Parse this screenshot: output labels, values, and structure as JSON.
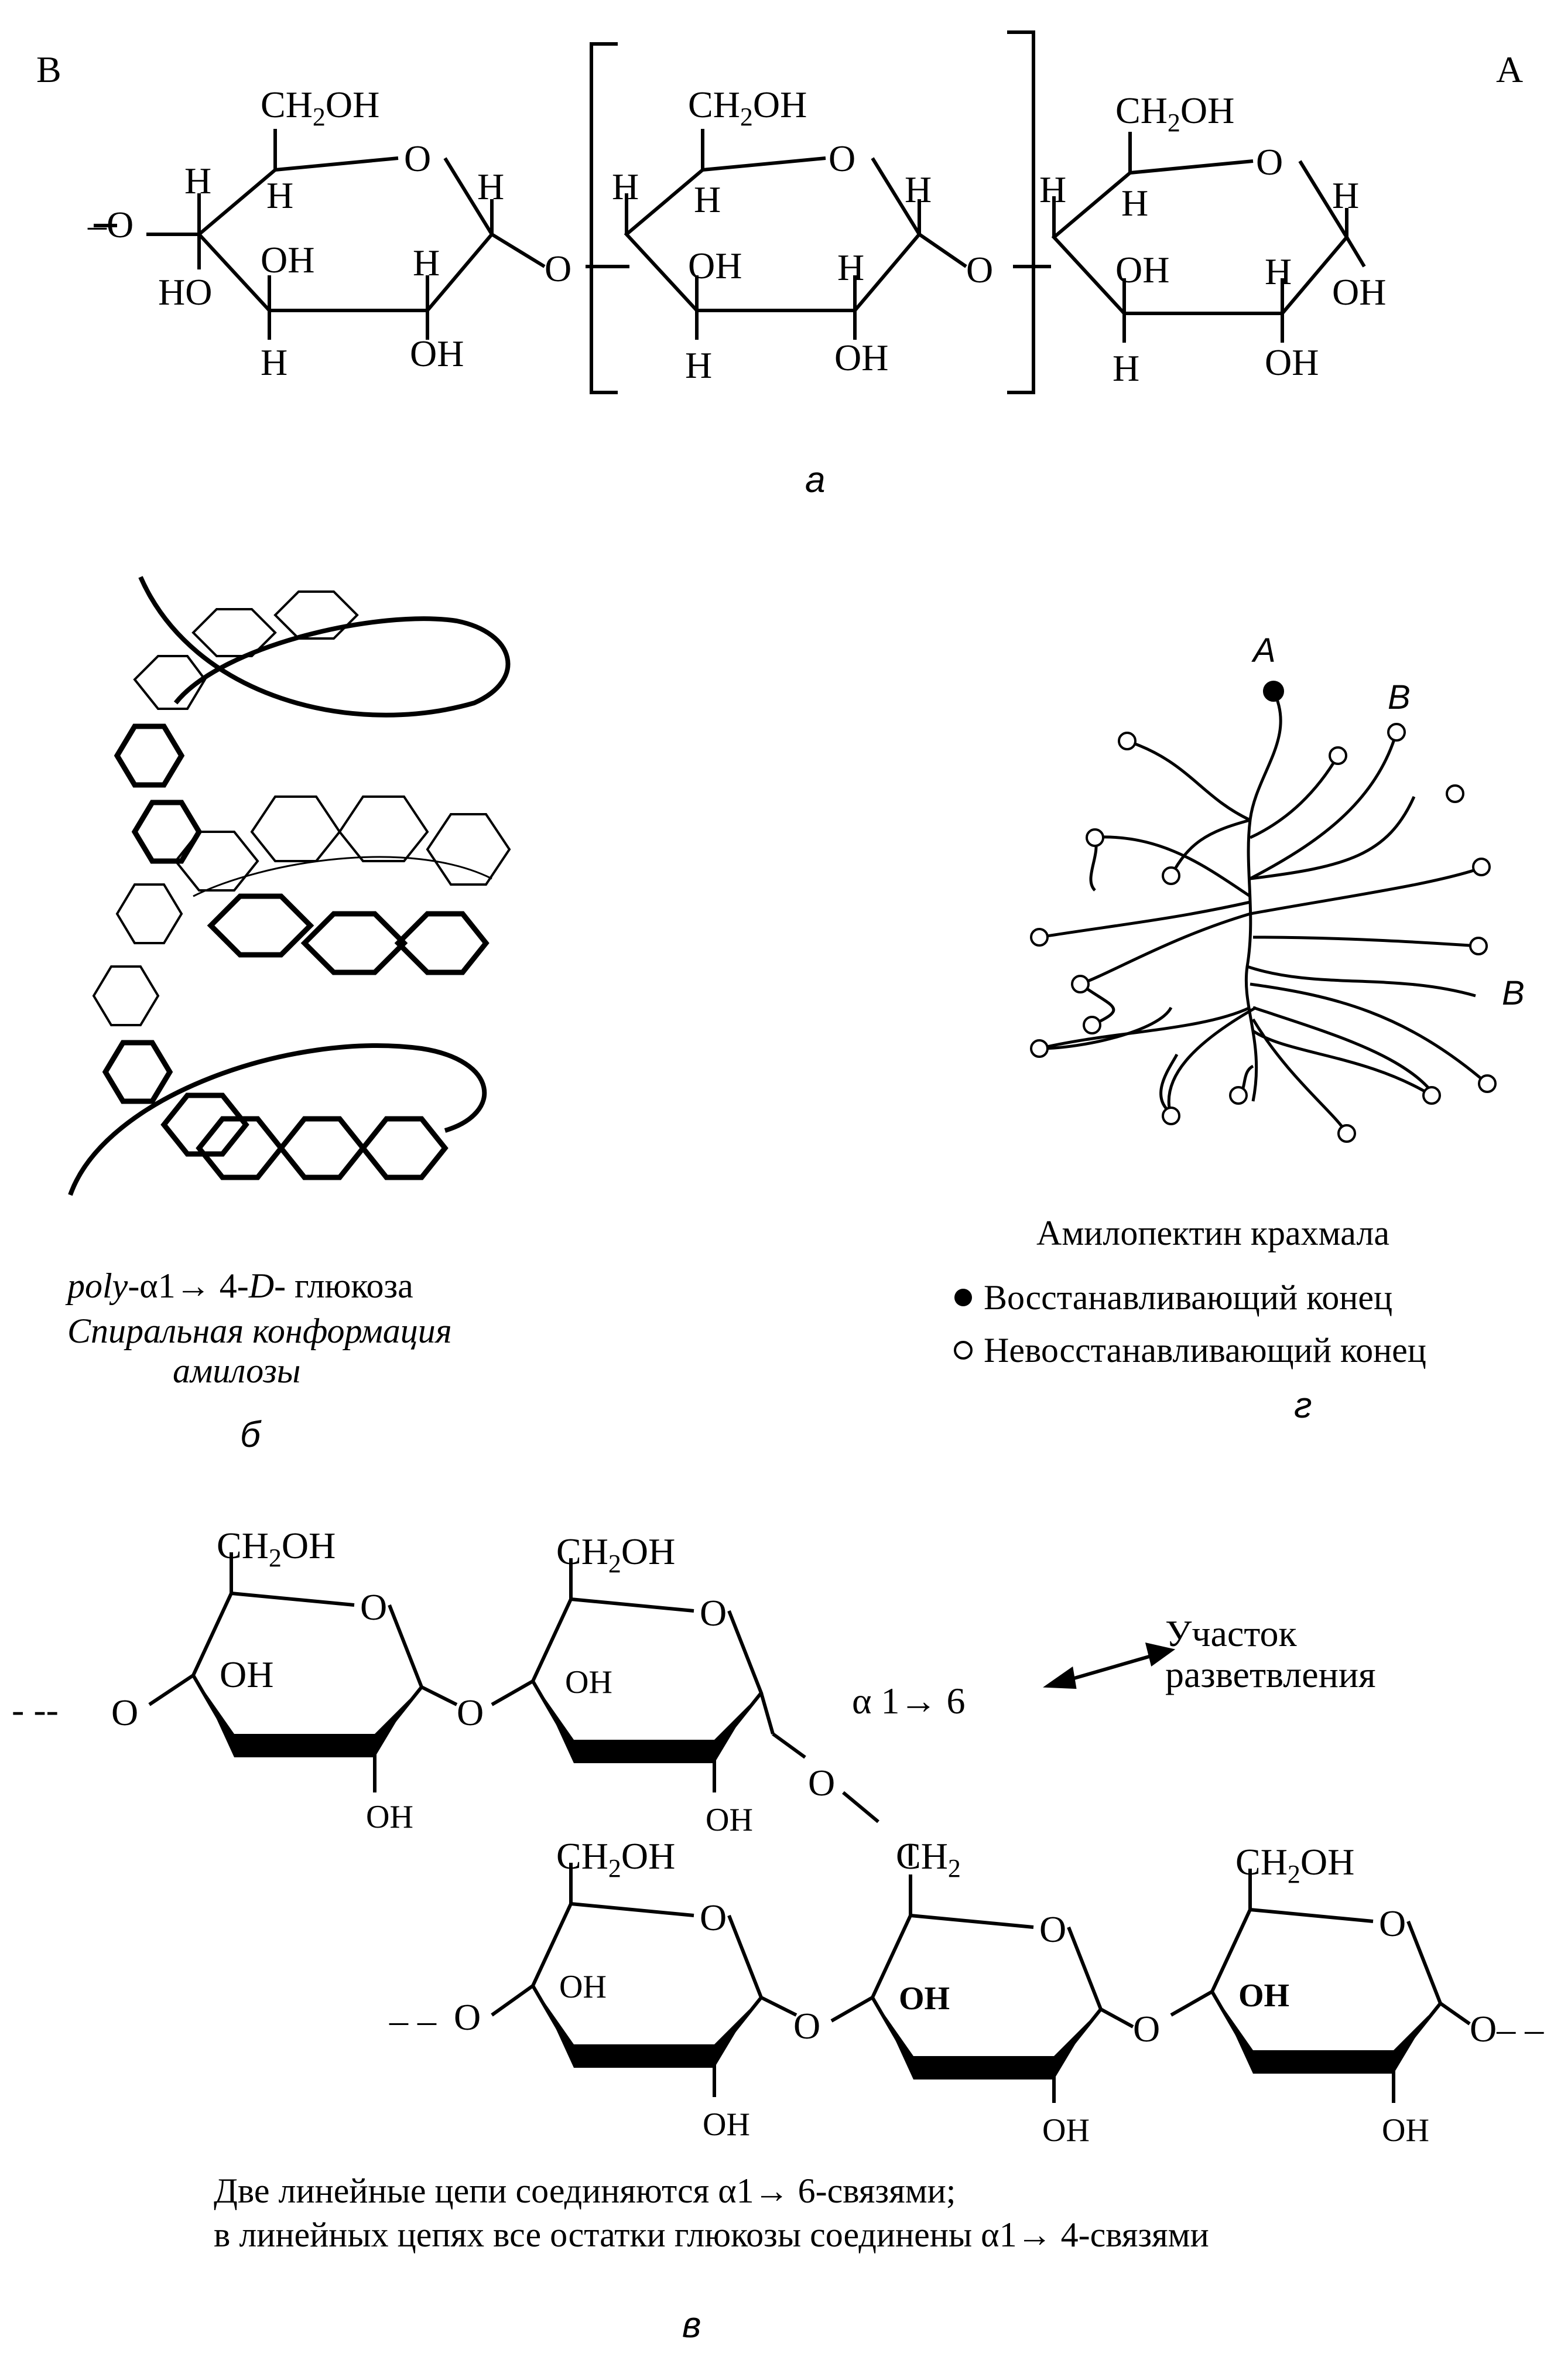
{
  "panel_a": {
    "label": "а",
    "end_left": "B",
    "end_right": "A",
    "atoms": {
      "ch2oh": "CH",
      "sub2": "2",
      "oh_suffix": "OH",
      "o": "O",
      "h": "H",
      "oh": "OH",
      "ho": "HO",
      "o_link_left": "–O"
    }
  },
  "panel_b": {
    "label": "б",
    "line1_prefix": "poly",
    "line1_mid": "-α1",
    "line1_arrow": "→",
    "line1_num": " 4-",
    "line1_d": "D",
    "line1_suffix": "- глюкоза",
    "line2": "Спиральная конформация",
    "line3": "амилозы"
  },
  "panel_g": {
    "label": "г",
    "title": "Амилопектин крахмала",
    "end_A": "A",
    "end_B1": "B",
    "end_B2": "B",
    "legend_filled": "Восстанавливающий конец",
    "legend_open": "Невосстанавливающий конец"
  },
  "panel_v": {
    "label": "в",
    "branch_link": "α 1→ 6",
    "branch_label_1": "Участок",
    "branch_label_2": "разветвления",
    "caption_1": "Две линейные цепи соединяются α1→ 6-связями;",
    "caption_2": "в линейных цепях  все остатки глюкозы соединены α1→ 4-связями",
    "atoms": {
      "ch2oh_c": "CH",
      "ch2oh_s": "2",
      "ch2oh_t": "OH",
      "ch2": "CH",
      "o": "O",
      "oh": "OH",
      "dash_o_left": "- --",
      "dash_o_left2": "– –",
      "o_dash_right": "O– –"
    }
  },
  "colors": {
    "ink": "#000000",
    "paper": "#ffffff"
  }
}
